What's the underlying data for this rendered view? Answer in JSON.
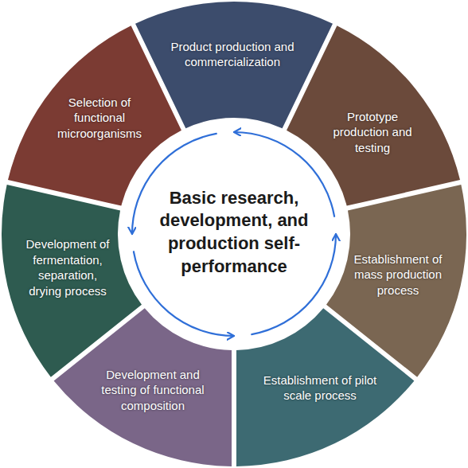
{
  "diagram": {
    "nodes": [
      {
        "text": [
          "Basic research, development, and production self-performance"
        ]
      },
      {
        "text": [
          "Selection of functional microorganisms"
        ]
      },
      {
        "text": [
          "Development of fermentation, separation, drying process"
        ]
      },
      {
        "text": [
          "Development and testing of functional composition"
        ]
      },
      {
        "text": [
          "Establishment of pilot scale process"
        ]
      },
      {
        "text": [
          "Establishment of mass production process"
        ]
      },
      {
        "text": [
          "Prototype production and testing"
        ]
      },
      {
        "text": [
          "Product production and commercialization"
        ]
      }
    ]
  }
}
